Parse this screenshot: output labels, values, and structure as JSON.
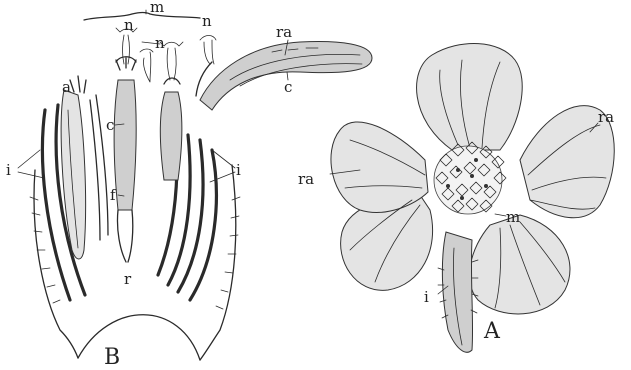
{
  "figure": {
    "panel_b": {
      "letter": "B",
      "labels": {
        "m": "m",
        "n1": "n",
        "n2": "n",
        "n3": "n",
        "ra": "ra",
        "a": "a",
        "c1": "c",
        "c2": "c",
        "f": "f",
        "i_left": "i",
        "i_right": "i",
        "r": "r"
      }
    },
    "panel_a": {
      "letter": "A",
      "labels": {
        "ra_top": "ra",
        "ra_left": "ra",
        "m": "m",
        "i": "i"
      }
    }
  }
}
